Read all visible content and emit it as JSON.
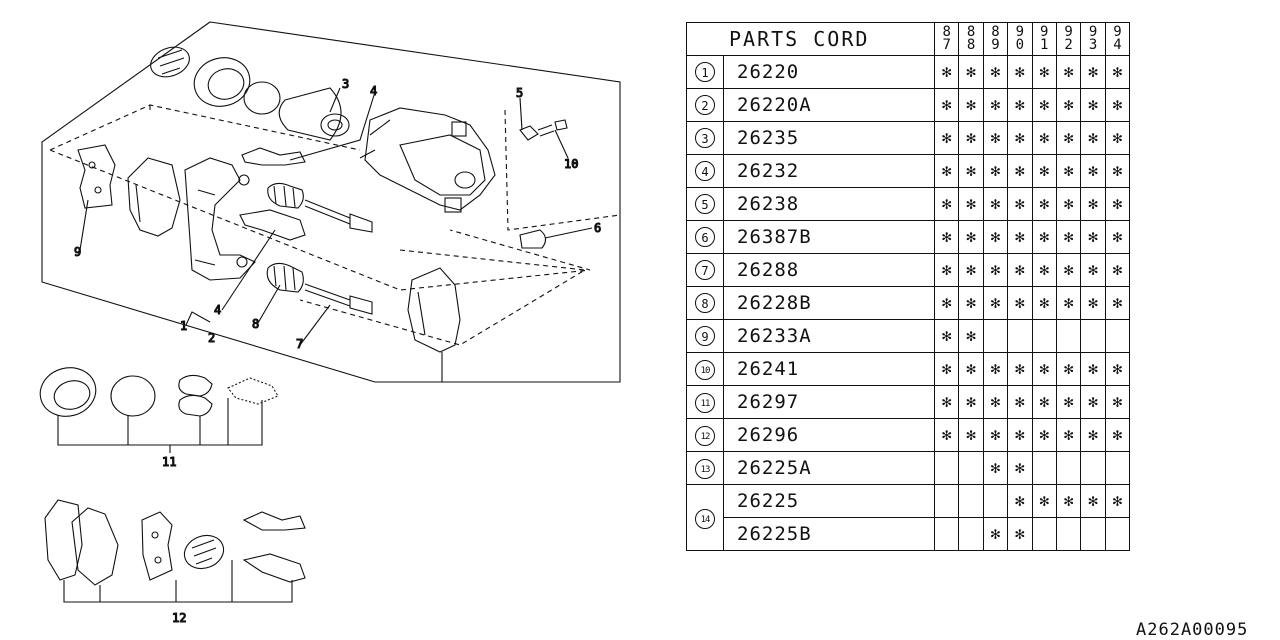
{
  "diagram": {
    "callouts": [
      "1",
      "2",
      "3",
      "4",
      "4",
      "5",
      "6",
      "7",
      "8",
      "9",
      "10",
      "11",
      "12"
    ]
  },
  "table": {
    "header_title": "PARTS CORD",
    "years": [
      [
        "8",
        "7"
      ],
      [
        "8",
        "8"
      ],
      [
        "8",
        "9"
      ],
      [
        "9",
        "0"
      ],
      [
        "9",
        "1"
      ],
      [
        "9",
        "2"
      ],
      [
        "9",
        "3"
      ],
      [
        "9",
        "4"
      ]
    ],
    "mark_symbol": "✻",
    "rows": [
      {
        "no": "1",
        "code": "26220",
        "marks": [
          1,
          1,
          1,
          1,
          1,
          1,
          1,
          1
        ]
      },
      {
        "no": "2",
        "code": "26220A",
        "marks": [
          1,
          1,
          1,
          1,
          1,
          1,
          1,
          1
        ]
      },
      {
        "no": "3",
        "code": "26235",
        "marks": [
          1,
          1,
          1,
          1,
          1,
          1,
          1,
          1
        ]
      },
      {
        "no": "4",
        "code": "26232",
        "marks": [
          1,
          1,
          1,
          1,
          1,
          1,
          1,
          1
        ]
      },
      {
        "no": "5",
        "code": "26238",
        "marks": [
          1,
          1,
          1,
          1,
          1,
          1,
          1,
          1
        ]
      },
      {
        "no": "6",
        "code": "26387B",
        "marks": [
          1,
          1,
          1,
          1,
          1,
          1,
          1,
          1
        ]
      },
      {
        "no": "7",
        "code": "26288",
        "marks": [
          1,
          1,
          1,
          1,
          1,
          1,
          1,
          1
        ]
      },
      {
        "no": "8",
        "code": "26228B",
        "marks": [
          1,
          1,
          1,
          1,
          1,
          1,
          1,
          1
        ]
      },
      {
        "no": "9",
        "code": "26233A",
        "marks": [
          1,
          1,
          0,
          0,
          0,
          0,
          0,
          0
        ]
      },
      {
        "no": "10",
        "code": "26241",
        "marks": [
          1,
          1,
          1,
          1,
          1,
          1,
          1,
          1
        ]
      },
      {
        "no": "11",
        "code": "26297",
        "marks": [
          1,
          1,
          1,
          1,
          1,
          1,
          1,
          1
        ]
      },
      {
        "no": "12",
        "code": "26296",
        "marks": [
          1,
          1,
          1,
          1,
          1,
          1,
          1,
          1
        ]
      },
      {
        "no": "13",
        "code": "26225A",
        "marks": [
          0,
          0,
          1,
          1,
          0,
          0,
          0,
          0
        ]
      },
      {
        "no": "14",
        "code": "26225",
        "marks": [
          0,
          0,
          0,
          1,
          1,
          1,
          1,
          1
        ]
      },
      {
        "no": "",
        "code": "26225B",
        "marks": [
          0,
          0,
          1,
          1,
          0,
          0,
          0,
          0
        ]
      }
    ]
  },
  "reference_code": "A262A00095"
}
